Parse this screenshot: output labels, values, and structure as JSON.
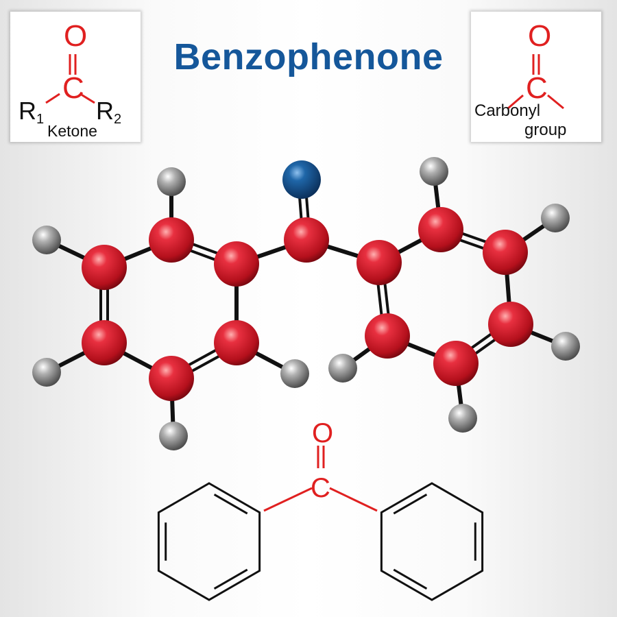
{
  "title": "Benzophenone",
  "ketone_inset": {
    "oxygen": "O",
    "carbon": "C",
    "r": "R",
    "sub1": "1",
    "sub2": "2",
    "label": "Ketone"
  },
  "carbonyl_inset": {
    "oxygen": "O",
    "carbon": "C",
    "label_line1": "Carbonyl",
    "label_line2": "group"
  },
  "skeletal_formula": {
    "oxygen": "O",
    "carbon": "C"
  },
  "colors": {
    "title": "#15579a",
    "carbon_atom": "#d6202e",
    "oxygen_atom": "#1a5a96",
    "hydrogen_atom": "#9a9a9a",
    "label_red": "#e02020",
    "bond": "#111111"
  }
}
